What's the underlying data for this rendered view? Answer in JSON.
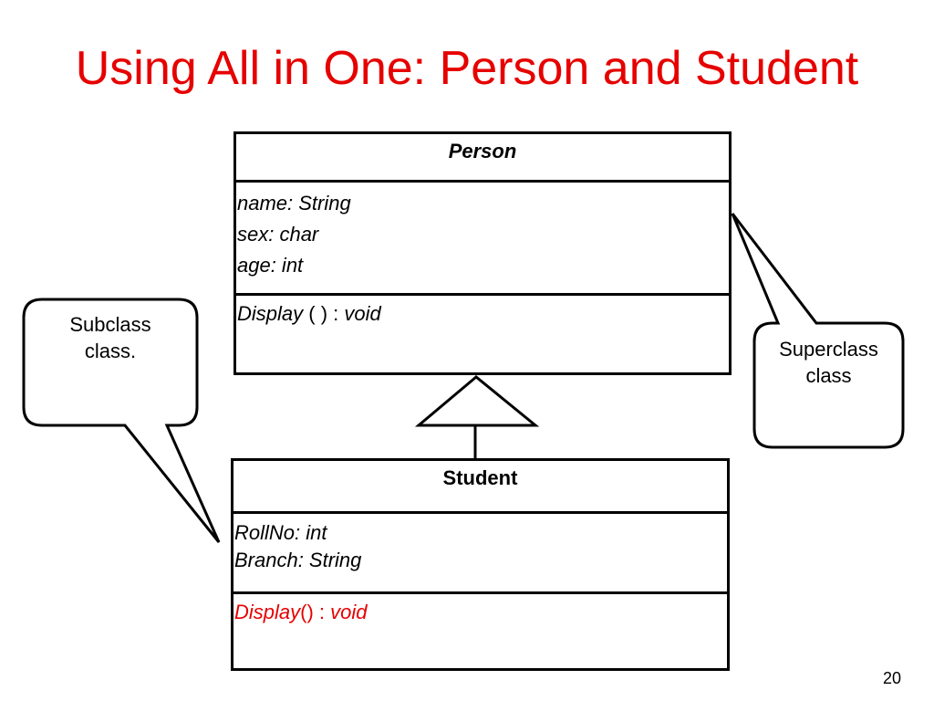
{
  "title": "Using All in One: Person and Student",
  "superclass": {
    "name": "Person",
    "attributes": [
      "name: String",
      "sex: char",
      "age: int"
    ],
    "operation": {
      "name": "Display",
      "args": " ( ) : ",
      "ret": "void"
    }
  },
  "subclass": {
    "name": "Student",
    "attributes": [
      "RollNo: int",
      "Branch: String"
    ],
    "operation": {
      "name": "Display",
      "args": "() : ",
      "ret": "void"
    }
  },
  "callouts": {
    "subclass": {
      "line1": "Subclass",
      "line2": "class."
    },
    "superclass": {
      "line1": "Superclass",
      "line2": "class"
    }
  },
  "page_number": "20",
  "colors": {
    "accent": "#e60000",
    "line": "#000000"
  }
}
